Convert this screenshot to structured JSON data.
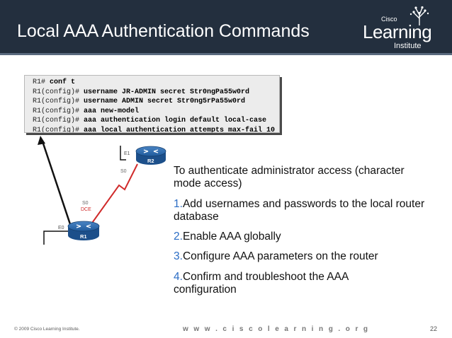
{
  "header": {
    "title": "Local AAA Authentication Commands"
  },
  "logo": {
    "cisco": "Cisco",
    "learning": "Learning",
    "institute": "Institute"
  },
  "commands": [
    {
      "prompt": "R1# ",
      "cmd": "conf t"
    },
    {
      "prompt": "R1(config)# ",
      "cmd": "username JR-ADMIN secret Str0ngPa55w0rd"
    },
    {
      "prompt": "R1(config)# ",
      "cmd": "username ADMIN secret Str0ng5rPa55w0rd"
    },
    {
      "prompt": "R1(config)# ",
      "cmd": "aaa new-model"
    },
    {
      "prompt": "R1(config)# ",
      "cmd": "aaa authentication login default local-case"
    },
    {
      "prompt": "R1(config)# ",
      "cmd": "aaa local authentication attempts max-fail 10"
    }
  ],
  "topology": {
    "r2_label": "R2",
    "r1_label": "R1",
    "e1_label": "E1",
    "e0_label": "E0",
    "r2_s0_label": "S0",
    "r1_s0_label": "S0",
    "dce_label": "DCE"
  },
  "content": {
    "intro": "To authenticate administrator access (character mode access)",
    "steps": [
      {
        "num": "1.",
        "text": "Add usernames and passwords to the local router database"
      },
      {
        "num": "2.",
        "text": "Enable AAA globally"
      },
      {
        "num": "3.",
        "text": "Configure AAA parameters on the router"
      },
      {
        "num": "4.",
        "text": "Confirm and troubleshoot the AAA configuration"
      }
    ]
  },
  "footer": {
    "copyright": "© 2009 Cisco Learning Institute.",
    "url": "w w w . c i s c o l e a r n i n g . o r g",
    "page": "22"
  }
}
